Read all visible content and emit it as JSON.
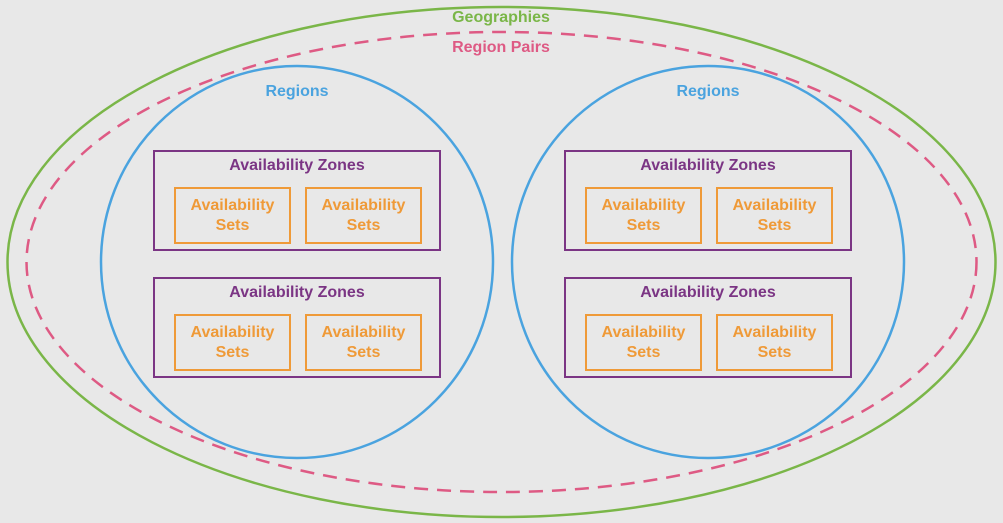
{
  "diagram": {
    "geographies_label": "Geographies",
    "region_pairs_label": "Region Pairs",
    "colors": {
      "background": "#e8e8e8",
      "geographies": "#7ab648",
      "region_pairs": "#de5a84",
      "regions": "#4aa3df",
      "availability_zones": "#7b3584",
      "availability_sets": "#ef9a38"
    },
    "regions": [
      {
        "label": "Regions",
        "zones": [
          {
            "label": "Availability Zones",
            "sets": [
              {
                "line1": "Availability",
                "line2": "Sets"
              },
              {
                "line1": "Availability",
                "line2": "Sets"
              }
            ]
          },
          {
            "label": "Availability Zones",
            "sets": [
              {
                "line1": "Availability",
                "line2": "Sets"
              },
              {
                "line1": "Availability",
                "line2": "Sets"
              }
            ]
          }
        ]
      },
      {
        "label": "Regions",
        "zones": [
          {
            "label": "Availability Zones",
            "sets": [
              {
                "line1": "Availability",
                "line2": "Sets"
              },
              {
                "line1": "Availability",
                "line2": "Sets"
              }
            ]
          },
          {
            "label": "Availability Zones",
            "sets": [
              {
                "line1": "Availability",
                "line2": "Sets"
              },
              {
                "line1": "Availability",
                "line2": "Sets"
              }
            ]
          }
        ]
      }
    ]
  }
}
